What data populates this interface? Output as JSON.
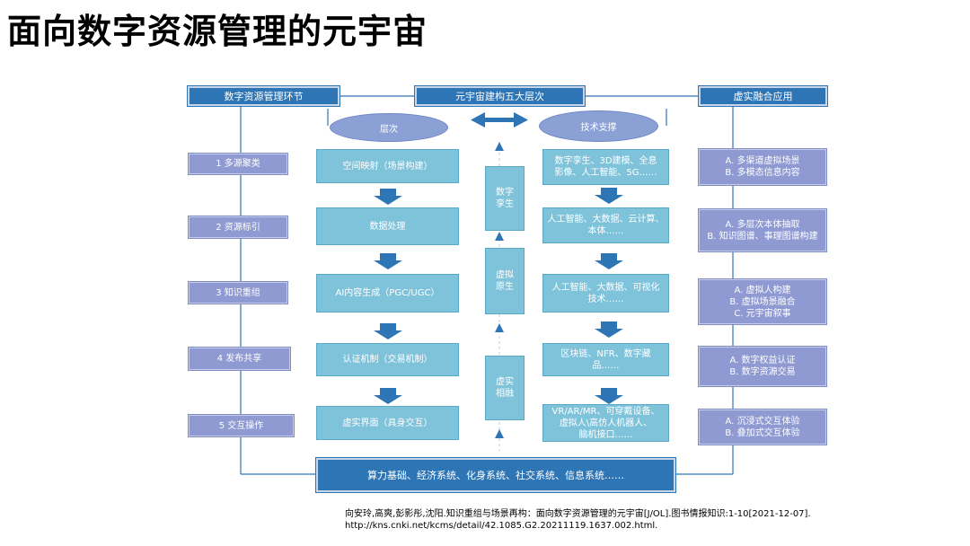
{
  "title": "面向数字资源管理的元宇宙",
  "headers": {
    "left": "数字资源管理环节",
    "center": "元宇宙建构五大层次",
    "right": "虚实融合应用"
  },
  "ovals": {
    "layers": "层次",
    "tech": "技术支撑"
  },
  "steps": [
    "1 多源聚类",
    "2 资源标引",
    "3 知识重组",
    "4 发布共享",
    "5 交互操作"
  ],
  "middle_layers": [
    "空间映射（场景构建）",
    "数据处理",
    "AI内容生成（PGC/UGC）",
    "认证机制（交易机制）",
    "虚实界面（具身交互）"
  ],
  "stages": [
    "数字\n孪生",
    "虚拟\n原生",
    "虚实\n相融"
  ],
  "tech": [
    "数字孪生、3D建模、全息\n影像、人工智能、5G……",
    "人工智能、大数据、云计算、\n本体……",
    "人工智能、大数据、可视化\n技术……",
    "区块链、NFR、数字藏\n品……",
    "VR/AR/MR、可穿戴设备、\n虚拟人\\高仿人机器人、\n脑机接口……"
  ],
  "applications": [
    "A. 多渠道虚拟场景\nB. 多模态信息内容",
    "A. 多层次本体抽取\nB. 知识图谱、事理图谱构建",
    "A. 虚拟人构建\nB. 虚拟场景融合\nC. 元宇宙叙事",
    "A. 数字权益认证\nB. 数字资源交易",
    "A. 沉浸式交互体验\nB. 叠加式交互体验"
  ],
  "bottom": "算力基础、经济系统、化身系统、社交系统、信息系统……",
  "citation": [
    "向安玲,高爽,彭影彤,沈阳.知识重组与场景再构：面向数字资源管理的元宇宙[J/OL].图书情报知识:1-10[2021-12-07].",
    "http://kns.cnki.net/kcms/detail/42.1085.G2.20211119.1637.002.html."
  ],
  "colors": {
    "header_blue": "#2e75b6",
    "step_purple": "#8e9ad1",
    "layer_cyan": "#7fc3db",
    "oval_blue": "#8ba1d6",
    "arrow_blue": "#2e75b6"
  },
  "icons": {
    "down_arrow": "down-arrow-icon",
    "double_arrow": "double-arrow-icon"
  }
}
